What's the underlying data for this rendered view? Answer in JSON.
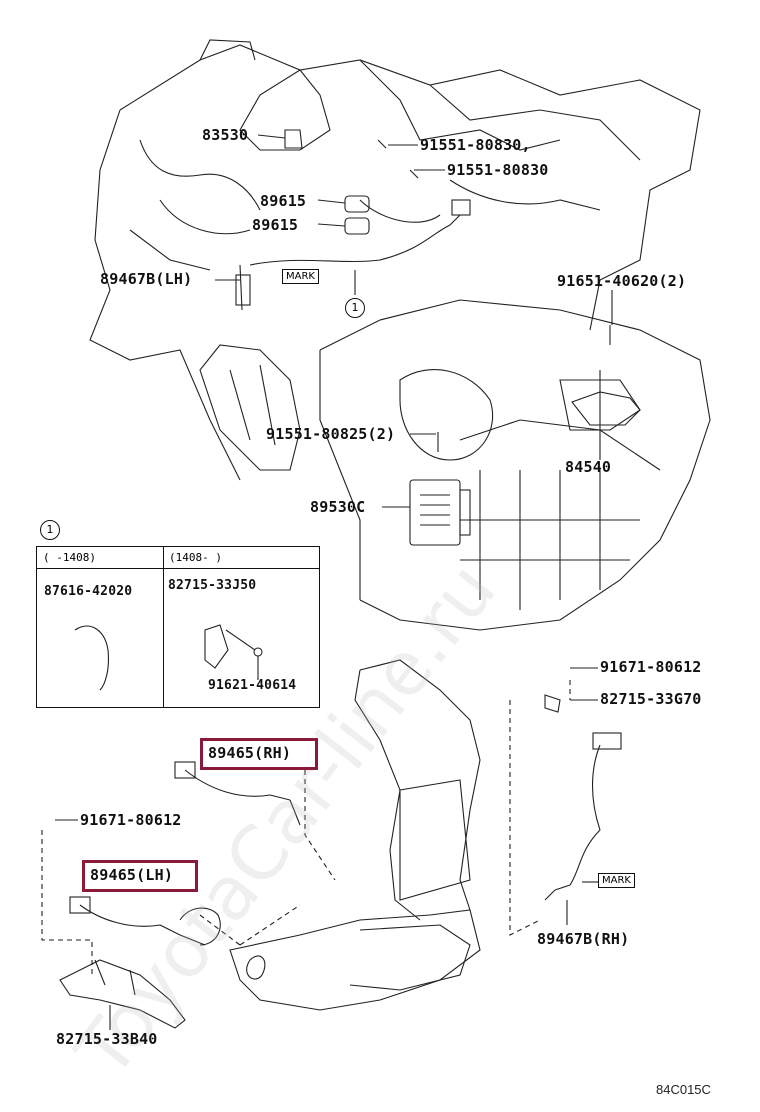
{
  "parts": {
    "p83530": "83530",
    "p91551_80830_a": "91551-80830,",
    "p91551_80830_b": "91551-80830",
    "p89615_a": "89615",
    "p89615_b": "89615",
    "p89467b_lh": "89467B(LH)",
    "p91651_40620": "91651-40620(2)",
    "p91551_80825": "91551-80825(2)",
    "p84540": "84540",
    "p89530c": "89530C",
    "p91671_80612_r": "91671-80612",
    "p82715_33g70": "82715-33G70",
    "p89465_rh": "89465(RH)",
    "p91671_80612_l": "91671-80612",
    "p89465_lh": "89465(LH)",
    "p89467b_rh": "89467B(RH)",
    "p82715_33b40": "82715-33B40"
  },
  "marks": {
    "mark_top": "MARK",
    "mark_bottom": "MARK"
  },
  "callout": {
    "ref_main": "1",
    "ref_inset": "1"
  },
  "inset": {
    "col1_header": "(     -1408)",
    "col2_header": "(1408-     )",
    "col1_part": "87616-42020",
    "col2_part": "82715-33J50",
    "col2_part2": "91621-40614"
  },
  "figure_code": "84C015C",
  "watermark": "ToyotaCar-line.ru",
  "colors": {
    "highlight": "#8b1a3a",
    "line": "#111111"
  }
}
